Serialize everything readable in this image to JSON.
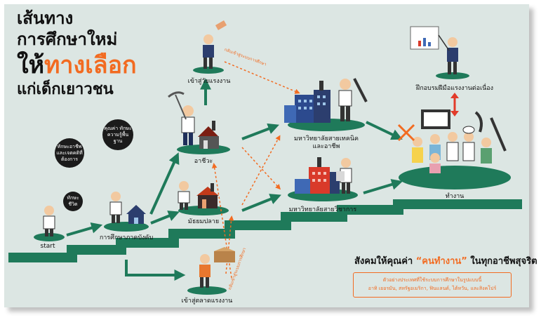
{
  "title": {
    "line1": "เส้นทาง",
    "line2": "การศึกษาใหม่",
    "line3_prefix": "ให้",
    "line3_highlight": "ทางเลือก",
    "line4": "แก่เด็กเยาวชน"
  },
  "nodes": {
    "start": "start",
    "compulsory": "การศึกษาภาคบังคับ",
    "vocational": "อาชีวะ",
    "high_school": "มัธยมปลาย",
    "tech_university": "มหาวิทยาลัยสายเทคนิค",
    "tech_university_2": "และอาชีพ",
    "academic_university": "มหาวิทยาลัยสายวิชาการ",
    "enter_workforce_top": "เข้าสู่วัยแรงงาน",
    "enter_labor_market": "เข้าสู่ตลาดแรงงาน",
    "work": "ทำงาน",
    "continuous_training": "ฝึกอบรมฝีมือแรงงานต่อเนื่อง"
  },
  "bubbles": {
    "career_skills": "ทักษะอาชีพและเจตคติที่ต้องการ",
    "values": "คุณค่า ทักษะ ความรู้พื้นฐาน",
    "life_skills": "ทักษะชีวิต"
  },
  "notes": {
    "return_to_school": "กลับเข้าสู่ระบบการศึกษา",
    "return_to_school_2": "กลับเข้าสู่ระบบการศึกษา"
  },
  "info": {
    "headline_prefix": "สังคมให้คุณค่า ",
    "headline_highlight": "“คนทำงาน”",
    "headline_suffix": " ในทุกอาชีพสุจริต",
    "box_line1": "ตัวอย่างประเทศที่ใช้ระบบการศึกษาในรูปแบบนี้",
    "box_line2": "อาทิ เยอรมัน, สหรัฐอเมริกา, ฟินแลนด์, ไต้หวัน, และสิงคโปร์"
  },
  "colors": {
    "background": "#dce6e3",
    "stairs": "#1f7a5a",
    "arrow": "#1f7a5a",
    "accent": "#f26b21",
    "dashed": "#f26b21"
  }
}
